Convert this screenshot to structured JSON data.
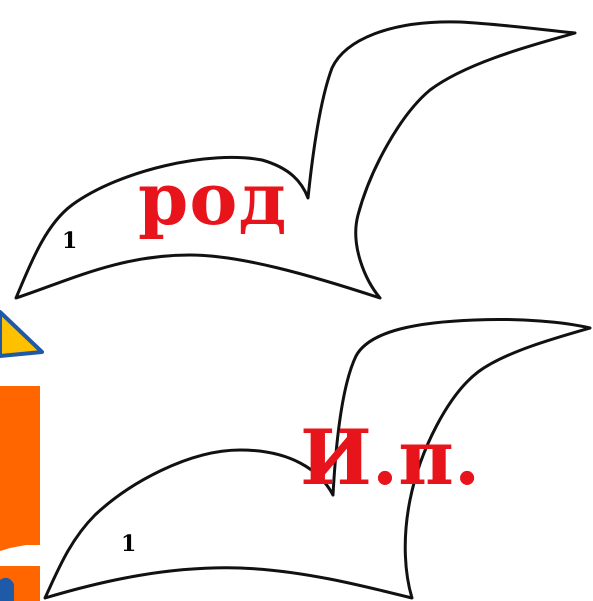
{
  "cards": [
    {
      "word": "род",
      "number": "1"
    },
    {
      "word": "И.п.",
      "number": "1"
    }
  ],
  "colors": {
    "word_text": "#e8141c",
    "number_text": "#000000",
    "outline": "#111111",
    "orange_block": "#ff6600",
    "yellow_triangle": "#ffc000",
    "blue_stroke": "#1e5aa8",
    "background": "#ffffff"
  }
}
